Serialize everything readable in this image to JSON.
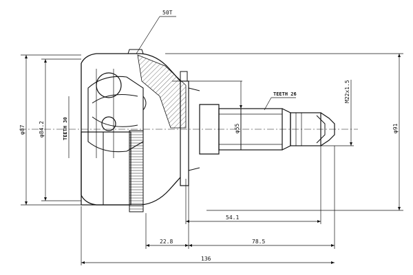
{
  "labels": {
    "angle": "50T",
    "teeth_outer": "TEETH 26",
    "teeth_abs": "TEETH 30",
    "thread": "M22x1.5",
    "dia_outer": "φ87",
    "dia_inner": "φ84.2",
    "dia_shaft": "φ55",
    "dia_right": "φ91",
    "len_shaft": "54.1",
    "len_left": "22.8",
    "len_right": "78.5",
    "len_total": "136"
  }
}
